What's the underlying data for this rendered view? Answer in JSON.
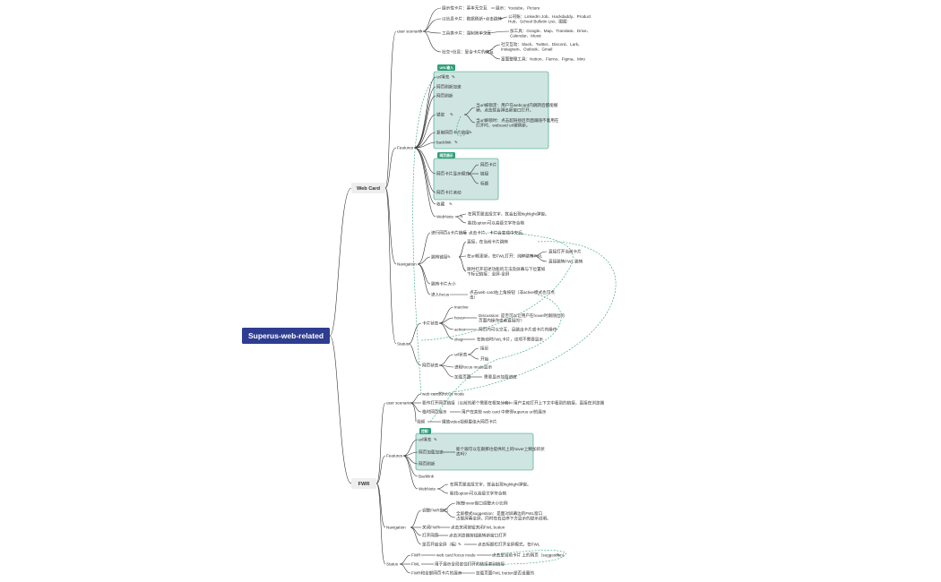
{
  "root": "Superus-web-related",
  "branches": {
    "web_card": "Web Card",
    "fwr": "FWR"
  },
  "web_card": {
    "user_scenario": {
      "label": "user scenario",
      "items": [
        {
          "label": "展示性卡片：基本无交互",
          "detail": "展示：Youtube、Picture"
        },
        {
          "label": "以信息卡片：数据刷新+点击跳转",
          "detail": "公司账：LinkedIn Job、Hackdaddy、Product\nHub、School Bulletin List、图图"
        },
        {
          "label": "工具类卡片：强制简单交互",
          "detail": "加工具：Google、Map、Translate、Drive、\nCalendar、Music"
        },
        {
          "label": "社交+信息：复合卡片的交互",
          "details": [
            "社交互动：Slack、Twitter、Discord、Lark、\nInstagram、Outlook、Gmail",
            "富面整理工具：Notion、Fierno、Figma、Miro"
          ]
        }
      ]
    },
    "features": {
      "label": "Features",
      "url_tag": "URL输入",
      "url_items": [
        "url填充",
        "网页刷新加速",
        "网页刷新"
      ],
      "lock_label": "锁定",
      "lock_details": [
        "当url被锁定：用户在webcard内跳转后都能撤\n销，点击就会弹出新窗口打开。",
        "当url解锁时：点击超链接后页面跟随不着用在\n打开时，webcard url被刷新。"
      ],
      "copy_link": "复制网页卡片链接",
      "backlink": "backlink",
      "display_tag": "网页展示",
      "display_mode": "网页卡片显示模式",
      "display_modes": [
        "网页卡片",
        "链接",
        "标题"
      ],
      "card_scroll": "网页卡片滚动",
      "bookmark": "收藏",
      "webnote": "WebNote",
      "webnote_items": [
        "在网页里选择文字，就会出现highlight弹窗。",
        "能找option可以高级文字符合格"
      ]
    },
    "navigation": {
      "label": "Navigation",
      "open_link": "进行网页&卡片链接",
      "open_link_detail": "点击卡片，卡片会变成中央后。",
      "jump": "跳转链接",
      "jump_items": [
        "直接，在当前卡片跳转",
        "在url框更新，在FWL打开：纯粹跳转FWL",
        "随时打开前述功能的方法及屏幕与下位置如\n下标记链接：全屏-全屏"
      ],
      "jump_sub": [
        "直接打开当前卡片",
        "直接跳转FWL 跳转"
      ],
      "card_size": "跳转卡片大小",
      "focus_mode": "进入focus",
      "focus_detail": "点击web card右上角按钮（非active模式也可点\n击）"
    },
    "status": {
      "label": "Status",
      "card_status": "卡片状态",
      "states": [
        {
          "label": "inactive",
          "detail": ""
        },
        {
          "label": "hover",
          "detail": "Discussion: 是否可以让用户在hover时跟随出的\n页面内操作或者直接的?"
        },
        {
          "label": "active",
          "detail": "网页内可以交互，且跳出卡片或卡片内操作"
        },
        {
          "label": "drag",
          "detail": "在拖动时FWL卡片，这项不需要显示"
        }
      ],
      "page_status": "网页状态",
      "page_states": [
        "url状态",
        "加载页面"
      ],
      "url_substates": [
        "接近",
        "开始"
      ],
      "focus_page": "进程focus mode显示",
      "load_detail": "需要显示加载进度"
    }
  },
  "fwr": {
    "user_scenario": {
      "label": "user scenario",
      "items": [
        {
          "label": "web card的focus mode",
          "detail": ""
        },
        {
          "label": "要作打开网页链接（以前的那个需要在框架分离）",
          "detail": "用户主动打开上下文中看到的链接，直接在浏览器"
        },
        {
          "label": "临时网页展示",
          "detail": "用户在某些 web card 中获得superus url的展示"
        },
        {
          "label": "视频",
          "detail": "播放video视频最佳大网页卡片"
        }
      ]
    },
    "features": {
      "label": "Features",
      "tag": "控制",
      "items": [
        "url填充",
        "网页加载加速",
        "网页刷新"
      ],
      "load_detail": "能个跟可以在跟那也提供的上的hover上精加的状\n态吗?",
      "backlink": "Backlink",
      "webnote": "WebNote",
      "webnote_items": [
        "在网页里选择文字，就会出现highlight弹窗。",
        "能找option可以高级文字符合格"
      ]
    },
    "navigation": {
      "label": "Navigation",
      "adjust": "调整FWR窗口",
      "adjust_items": [
        "拖拽hover窗口调整大小比例",
        "全屏模式suggestion：是面对屏幕边的FWL窗口\n占据屏幕全屏，同时在右边停下方显示的提示说明。"
      ],
      "close": "关闭FWR",
      "close_detail": "点击关闭按钮关闭FWL button",
      "shrink": "打开网页",
      "shrink_detail": "点击浏览器按钮跳转新窗口打开",
      "fullscreen": "是否开启全屏（幅）",
      "fullscreen_detail": "点击标题栏打开全屏模式，在FWL"
    },
    "status": {
      "label": "Status",
      "items": [
        {
          "label": "FWR",
          "detail": "web card focus mode",
          "sub": "点击是当前卡片 上的网页（suggestion）"
        },
        {
          "label": "FWL",
          "detail": "用于展示全局定位打开的链接类别链接"
        },
        {
          "label": "FWR和全部网页卡片的展示",
          "detail": "加载页面FWL button是否设置的"
        }
      ]
    }
  },
  "colors": {
    "root": "#2e3d8f",
    "branch": "#eeeeee",
    "group_fill": "#cfe5e1",
    "group_stroke": "#2e9e7a",
    "tag": "#2e9e7a",
    "dashed": "#2e9e7a"
  }
}
